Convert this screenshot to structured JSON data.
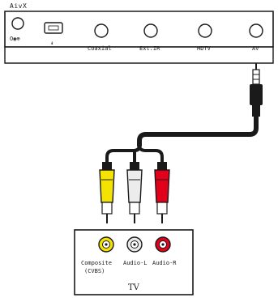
{
  "device": {
    "brand": "AivX",
    "ports": [
      {
        "name": "Coaxial"
      },
      {
        "name": "Ext.IR"
      },
      {
        "name": "HDTV"
      },
      {
        "name": "AV"
      }
    ],
    "power_symbol": "O◉⊕",
    "usb_symbol": "↡"
  },
  "tv": {
    "label": "TV",
    "jacks": [
      {
        "label": "Composite",
        "sublabel": "(CVBS)",
        "color": "#f4e300"
      },
      {
        "label": "Audio-L",
        "sublabel": "",
        "color": "#e8e8e8"
      },
      {
        "label": "Audio-R",
        "sublabel": "",
        "color": "#e3001b"
      }
    ]
  },
  "cable": {
    "colors": [
      "#f4e300",
      "#ececec",
      "#e3001b"
    ]
  }
}
